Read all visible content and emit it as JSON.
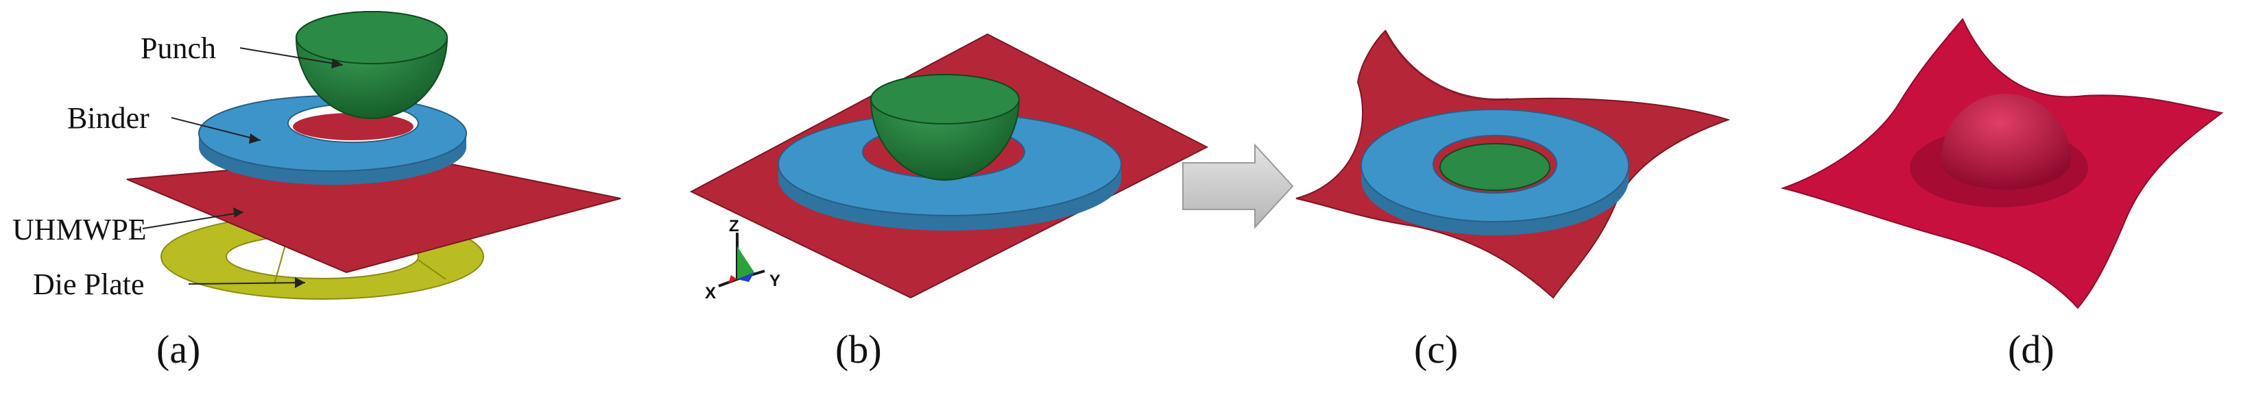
{
  "panel_a": {
    "labels": {
      "punch": "Punch",
      "binder": "Binder",
      "uhmwpe": "UHMWPE",
      "die_plate": "Die Plate"
    },
    "caption": "(a)"
  },
  "panel_b": {
    "caption": "(b)",
    "axes": {
      "z": "Z",
      "x": "X",
      "y": "Y"
    }
  },
  "panel_c": {
    "caption": "(c)"
  },
  "panel_d": {
    "caption": "(d)"
  },
  "colors": {
    "punch": "#217a3c",
    "binder": "#3d94c9",
    "sheet": "#b52738",
    "sheet_formed": "#c8103f",
    "die_plate": "#b9bd22",
    "arrow": "#c8c8c8"
  },
  "icons": {
    "transition": "arrow-right-icon"
  }
}
